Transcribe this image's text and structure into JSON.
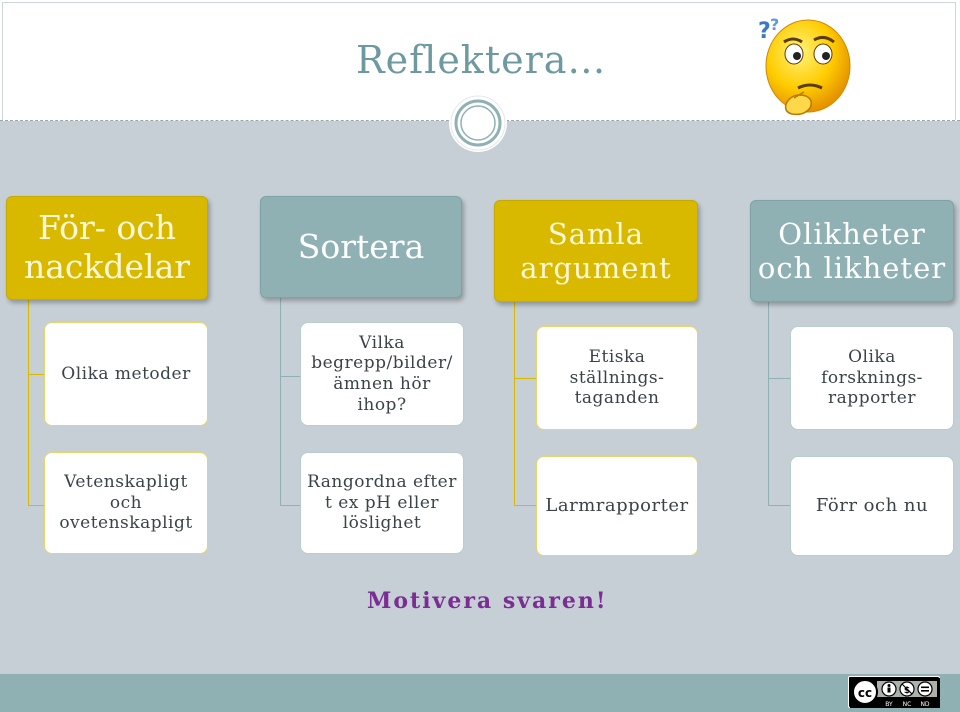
{
  "slide": {
    "title": "Reflektera…",
    "footer": "Motivera svaren!",
    "colors": {
      "gold": "#d9b800",
      "teal": "#8fb1b4",
      "content_bg": "#c6cfd6",
      "title": "#6d9aa0",
      "footer_text": "#7b2d93"
    },
    "columns": [
      {
        "header": "För- och nackdelar",
        "color": "gold",
        "children": [
          "Olika metoder",
          "Vetenskapligt och ovetenskapligt"
        ]
      },
      {
        "header": "Sortera",
        "color": "teal",
        "children": [
          "Vilka begrepp/bilder/ ämnen hör ihop?",
          "Rangordna efter t ex pH eller löslighet"
        ]
      },
      {
        "header": "Samla argument",
        "color": "gold",
        "children": [
          "Etiska ställnings-taganden",
          "Larmrapporter"
        ]
      },
      {
        "header": "Olikheter och likheter",
        "color": "teal",
        "children": [
          "Olika forsknings-rapporter",
          "Förr och nu"
        ]
      }
    ],
    "icons": {
      "thinking_emoji": "thinking-face-icon",
      "center_ornament": "circle-ornament-icon",
      "license_badge": "cc-by-nc-nd-icon"
    }
  }
}
